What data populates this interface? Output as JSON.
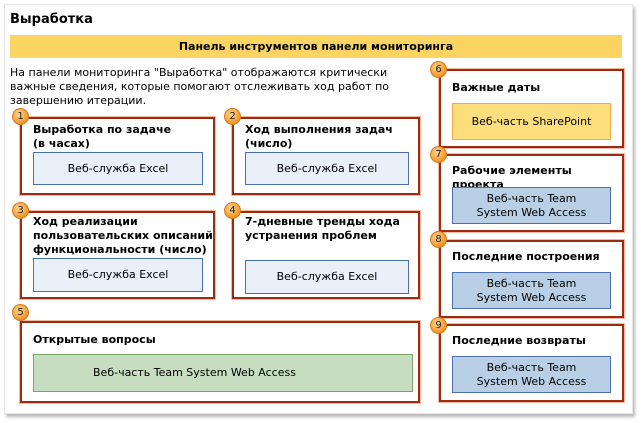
{
  "title": "Выработка",
  "banner": "Панель инструментов панели мониторинга",
  "intro": "На панели мониторинга \"Выработка\" отображаются критически важные сведения, которые помогают отслеживать ход работ по завершению итерации.",
  "boxes": [
    {
      "number": "1",
      "title": "Выработка по задаче (в часах)",
      "part": "Веб-служба Excel",
      "part_type": "excel"
    },
    {
      "number": "2",
      "title": "Ход выполнения задач (число)",
      "part": "Веб-служба Excel",
      "part_type": "excel"
    },
    {
      "number": "3",
      "title": "Ход реализации пользовательских описаний функциональности (число)",
      "part": "Веб-служба Excel",
      "part_type": "excel"
    },
    {
      "number": "4",
      "title": "7-дневные тренды хода устранения проблем",
      "part": "Веб-служба Excel",
      "part_type": "excel"
    },
    {
      "number": "5",
      "title": "Открытые вопросы",
      "part": "Веб-часть Team System Web Access",
      "part_type": "tswa-green"
    },
    {
      "number": "6",
      "title": "Важные даты",
      "part": "Веб-часть SharePoint",
      "part_type": "sharepoint"
    },
    {
      "number": "7",
      "title": "Рабочие элементы проекта",
      "part": "Веб-часть Team System Web Access",
      "part_type": "tswa"
    },
    {
      "number": "8",
      "title": "Последние построения",
      "part": "Веб-часть Team System Web Access",
      "part_type": "tswa"
    },
    {
      "number": "9",
      "title": "Последние возвраты",
      "part": "Веб-часть Team System Web Access",
      "part_type": "tswa"
    }
  ],
  "colors": {
    "banner": "#fcd462",
    "box_border": "#9e2a10",
    "excel_fill": "#eaf0fa",
    "tswa_fill": "#b9cfe6",
    "green_fill": "#c7ddc0",
    "sharepoint_fill": "#fdde7c",
    "badge": "#f7a33a"
  }
}
